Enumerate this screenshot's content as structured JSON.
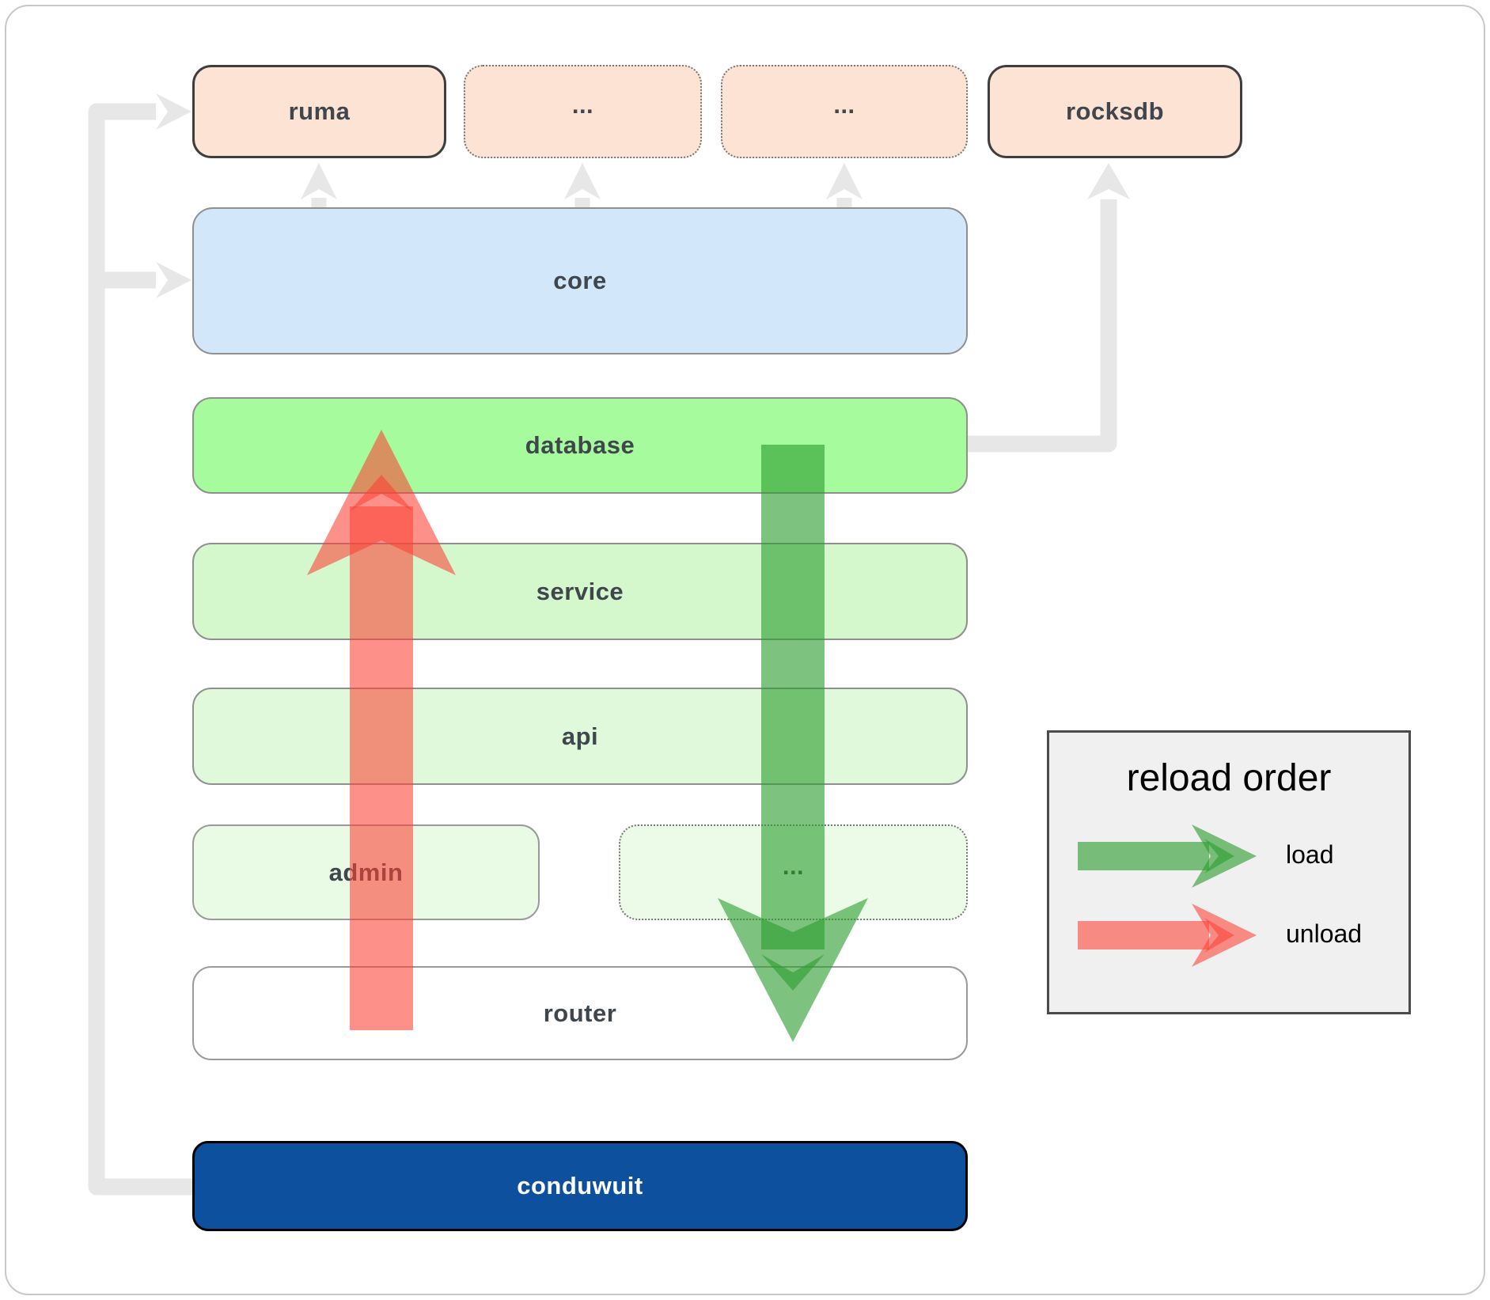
{
  "nodes": {
    "ruma": {
      "label": "ruma"
    },
    "dots_top_1": {
      "label": "..."
    },
    "dots_top_2": {
      "label": "..."
    },
    "rocksdb": {
      "label": "rocksdb"
    },
    "core": {
      "label": "core"
    },
    "database": {
      "label": "database"
    },
    "service": {
      "label": "service"
    },
    "api": {
      "label": "api"
    },
    "admin": {
      "label": "admin"
    },
    "dots_admin": {
      "label": "..."
    },
    "router": {
      "label": "router"
    },
    "conduwuit": {
      "label": "conduwuit"
    }
  },
  "legend": {
    "title": "reload order",
    "load_label": "load",
    "unload_label": "unload"
  },
  "arrows": {
    "load": {
      "meaning": "load",
      "direction": "down",
      "from": "database",
      "to": "router"
    },
    "unload": {
      "meaning": "unload",
      "direction": "up",
      "from": "router",
      "to": "database"
    }
  },
  "colors": {
    "peach": "#fce3d3",
    "core_blue": "#d2e7fa",
    "database_green": "#a6fc9c",
    "service_green": "#d4f8cc",
    "api_green": "#dff9da",
    "admin_green": "#e9fae5",
    "dots_admin_green": "#ecfbe8",
    "conduwuit_blue": "#0d509e",
    "load_arrow_green": "#2d9e30",
    "unload_arrow_red": "#fb4136",
    "connector_gray": "#e7e7e7",
    "label_color": "#3f464d"
  }
}
